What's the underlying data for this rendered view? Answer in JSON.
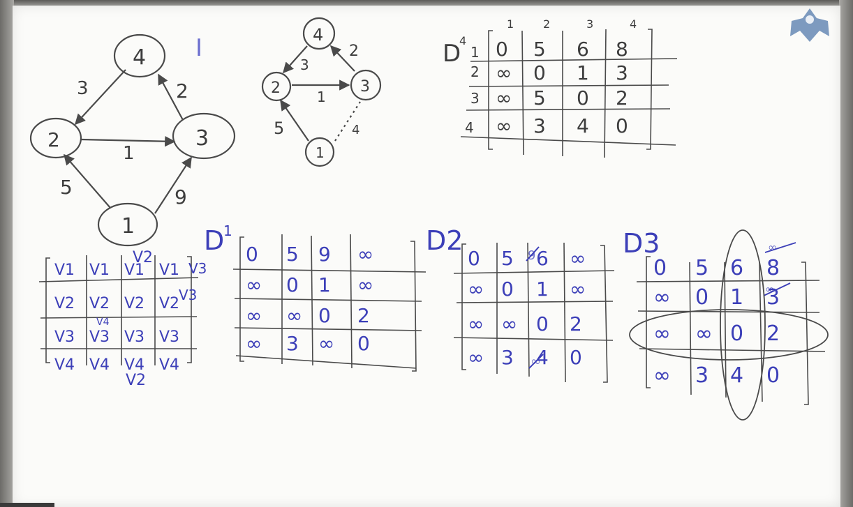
{
  "headings": {
    "roman_one": "I",
    "d4_label": "D",
    "d4_sup": "4",
    "d1_label": "D",
    "d1_sup": "1",
    "d2_label": "D2",
    "d3_label": "D3"
  },
  "graph_large": {
    "nodes": [
      "4",
      "2",
      "3",
      "1"
    ],
    "edge_weights": [
      "3",
      "2",
      "1",
      "5",
      "9"
    ]
  },
  "graph_small": {
    "nodes": [
      "4",
      "2",
      "3",
      "1"
    ],
    "edge_weights": [
      "3",
      "2",
      "1",
      "5",
      "4"
    ]
  },
  "d4_table": {
    "col_headers": [
      "1",
      "2",
      "3",
      "4"
    ],
    "row_headers": [
      "1",
      "2",
      "3",
      "4"
    ],
    "rows": [
      [
        "0",
        "5",
        "6",
        "8"
      ],
      [
        "∞",
        "0",
        "1",
        "3"
      ],
      [
        "∞",
        "5",
        "0",
        "2"
      ],
      [
        "∞",
        "3",
        "4",
        "0"
      ]
    ]
  },
  "path_table": {
    "rows": [
      [
        "V1",
        "V1",
        "V1",
        "V1"
      ],
      [
        "V2",
        "V2",
        "V2",
        "V2"
      ],
      [
        "V3",
        "V3",
        "V3",
        "V3"
      ],
      [
        "V4",
        "V4",
        "V4",
        "V4"
      ]
    ],
    "annotations": [
      "V2",
      "V3",
      "V3",
      "V4",
      "V2"
    ]
  },
  "d1_table": {
    "rows": [
      [
        "0",
        "5",
        "9",
        "∞"
      ],
      [
        "∞",
        "0",
        "1",
        "∞"
      ],
      [
        "∞",
        "∞",
        "0",
        "2"
      ],
      [
        "∞",
        "3",
        "∞",
        "0"
      ]
    ]
  },
  "d2_table": {
    "rows": [
      [
        "0",
        "5",
        "6",
        "∞"
      ],
      [
        "∞",
        "0",
        "1",
        "∞"
      ],
      [
        "∞",
        "∞",
        "0",
        "2"
      ],
      [
        "∞",
        "3",
        "4",
        "0"
      ]
    ],
    "crossed": [
      "9",
      "∞"
    ]
  },
  "d3_table": {
    "rows": [
      [
        "0",
        "5",
        "6",
        "8"
      ],
      [
        "∞",
        "0",
        "1",
        "3"
      ],
      [
        "∞",
        "∞",
        "0",
        "2"
      ],
      [
        "∞",
        "3",
        "4",
        "0"
      ]
    ],
    "crossed": [
      "∞",
      "∞"
    ]
  },
  "logo_icon": "university-crest-icon"
}
